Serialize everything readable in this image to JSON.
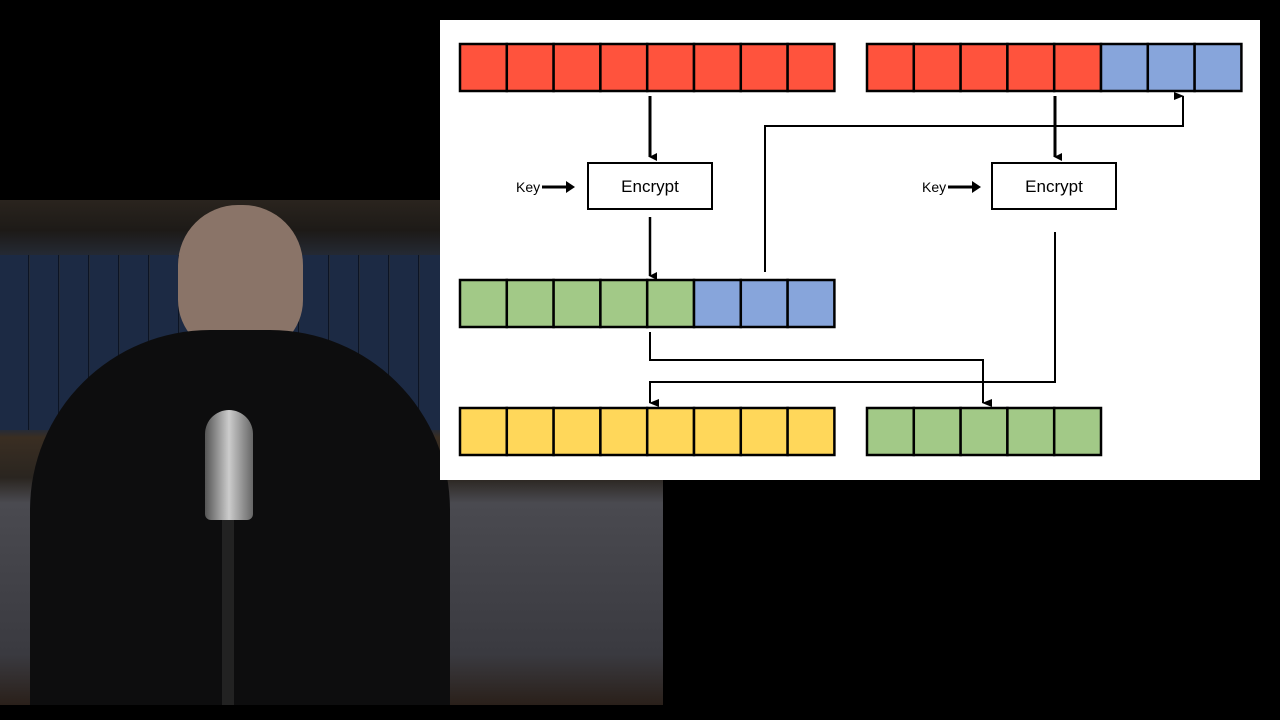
{
  "diagram": {
    "rows": {
      "top_left": [
        "red",
        "red",
        "red",
        "red",
        "red",
        "red",
        "red",
        "red"
      ],
      "top_right": [
        "red",
        "red",
        "red",
        "red",
        "red",
        "blue",
        "blue",
        "blue"
      ],
      "middle_left": [
        "green",
        "green",
        "green",
        "green",
        "green",
        "blue",
        "blue",
        "blue"
      ],
      "bottom_left": [
        "yellow",
        "yellow",
        "yellow",
        "yellow",
        "yellow",
        "yellow",
        "yellow",
        "yellow"
      ],
      "bottom_right": [
        "green",
        "green",
        "green",
        "green",
        "green"
      ]
    },
    "blocks": [
      {
        "label": "Encrypt",
        "key_label": "Key"
      },
      {
        "label": "Encrypt",
        "key_label": "Key"
      }
    ],
    "colors": {
      "red": "#ff533d",
      "blue": "#87a5db",
      "green": "#a2c987",
      "yellow": "#ffd75a",
      "line": "#000000",
      "background": "#ffffff"
    }
  },
  "video": {
    "description_icon": "presenter-video"
  }
}
